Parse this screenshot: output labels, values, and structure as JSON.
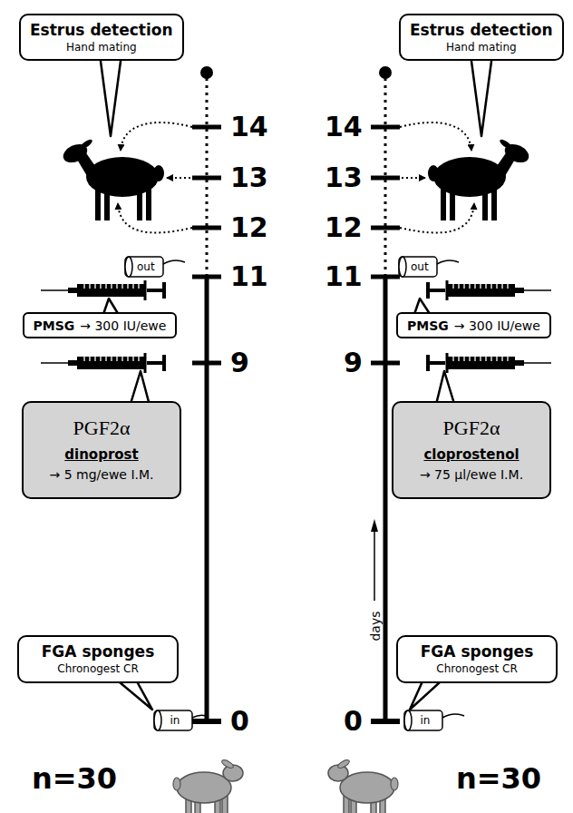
{
  "diagram": {
    "nodes": [
      {
        "text": [
          "Estrus detection",
          "Hand mating"
        ]
      },
      {
        "text": [
          "PMSG",
          "→ 300 IU/ewe"
        ]
      },
      {
        "text": [
          "PGF2α",
          "dinoprost",
          "→ 5 mg/ewe I.M."
        ]
      },
      {
        "text": [
          "FGA sponges",
          "Chronogest CR"
        ]
      },
      {
        "text": [
          "Estrus detection",
          "Hand mating"
        ]
      },
      {
        "text": [
          "PMSG",
          "→ 300 IU/ewe"
        ]
      },
      {
        "text": [
          "PGF2α",
          "cloprostenol",
          "→ 75 μl/ewe I.M."
        ]
      },
      {
        "text": [
          "FGA sponges",
          "Chronogest CR"
        ]
      }
    ],
    "labels": [
      "14",
      "13",
      "12",
      "11",
      "9",
      "0",
      "out",
      "in",
      "n=30",
      "14",
      "13",
      "12",
      "11",
      "9",
      "0",
      "out",
      "days",
      "in",
      "n=30"
    ]
  }
}
